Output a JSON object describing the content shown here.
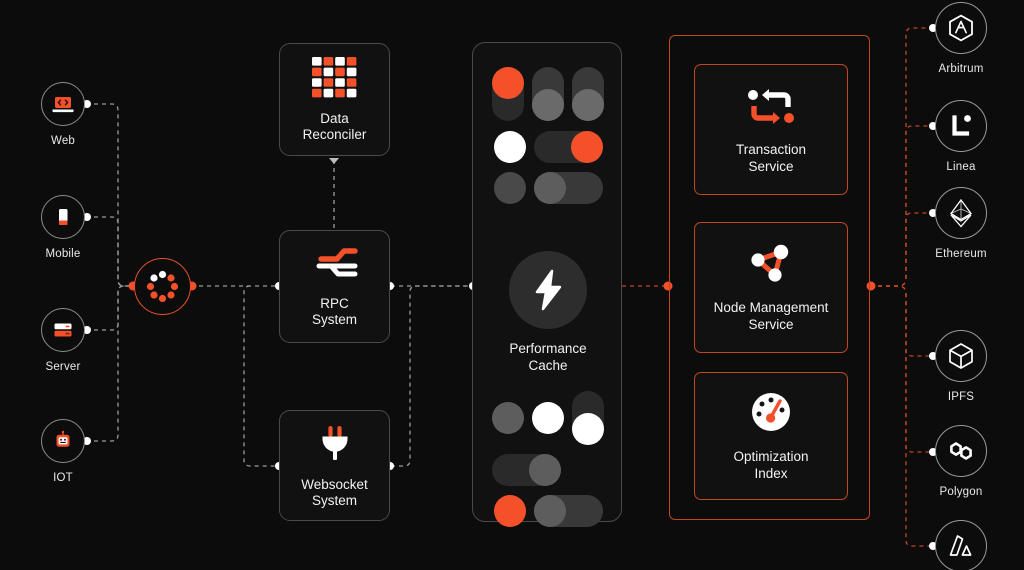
{
  "theme": {
    "background": "#0d0c0c",
    "accent": "#f4502a",
    "accent_border": "#c2471f",
    "card_bg": "#121111",
    "card_border": "#4a4a4a",
    "text": "#f2f2f2",
    "muted_text": "#e9e9e9",
    "toggle_off": "#2b2a2a",
    "toggle_grey": "#6b6a6a",
    "toggle_white": "#ffffff"
  },
  "clients": [
    {
      "label": "Web",
      "icon": "laptop-code-icon"
    },
    {
      "label": "Mobile",
      "icon": "mobile-phone-icon"
    },
    {
      "label": "Server",
      "icon": "server-rack-icon"
    },
    {
      "label": "IOT",
      "icon": "robot-head-icon"
    }
  ],
  "hub": {
    "icon": "loading-spinner-dots-icon",
    "label": ""
  },
  "systems": [
    {
      "label": "Data\nReconciler",
      "icon": "checkered-grid-icon"
    },
    {
      "label": "RPC\nSystem",
      "icon": "stacked-layers-icon"
    },
    {
      "label": "Websocket\nSystem",
      "icon": "power-plug-icon"
    }
  ],
  "performance_cache": {
    "label": "Performance\nCache",
    "icon": "lightning-bolt-icon",
    "toggles_top": [
      [
        {
          "type": "switch-vertical",
          "knob": "accent",
          "track": "dark"
        },
        {
          "type": "switch-vertical",
          "knob": "grey",
          "track": "dark"
        },
        {
          "type": "switch-vertical",
          "knob": "grey",
          "track": "dark"
        }
      ],
      [
        {
          "type": "dot",
          "knob": "white"
        },
        {
          "type": "switch",
          "knob": "accent",
          "position": "right",
          "track": "dark"
        }
      ],
      [
        {
          "type": "dot",
          "knob": "grey"
        },
        {
          "type": "switch",
          "knob": "grey",
          "position": "left",
          "track": "dark"
        }
      ]
    ],
    "toggles_bottom": [
      [
        {
          "type": "dot",
          "knob": "grey"
        },
        {
          "type": "dot",
          "knob": "white"
        },
        {
          "type": "switch-vertical",
          "knob": "white",
          "track": "dark"
        }
      ],
      [
        {
          "type": "switch",
          "knob": "grey",
          "position": "right",
          "track": "dark"
        }
      ],
      [
        {
          "type": "dot",
          "knob": "accent"
        },
        {
          "type": "switch",
          "knob": "grey",
          "position": "left",
          "track": "dark"
        }
      ]
    ]
  },
  "services": [
    {
      "label": "Transaction\nService",
      "icon": "bidirectional-arrows-icon"
    },
    {
      "label": "Node Management\nService",
      "icon": "node-graph-icon"
    },
    {
      "label": "Optimization\nIndex",
      "icon": "speedometer-gauge-icon"
    }
  ],
  "chains": [
    {
      "label": "Arbitrum",
      "icon": "arbitrum-logo-icon"
    },
    {
      "label": "Linea",
      "icon": "linea-logo-icon"
    },
    {
      "label": "Ethereum",
      "icon": "ethereum-logo-icon"
    },
    {
      "label": "IPFS",
      "icon": "ipfs-cube-icon"
    },
    {
      "label": "Polygon",
      "icon": "polygon-logo-icon"
    },
    {
      "label": "",
      "icon": "arweave-logo-icon"
    }
  ]
}
